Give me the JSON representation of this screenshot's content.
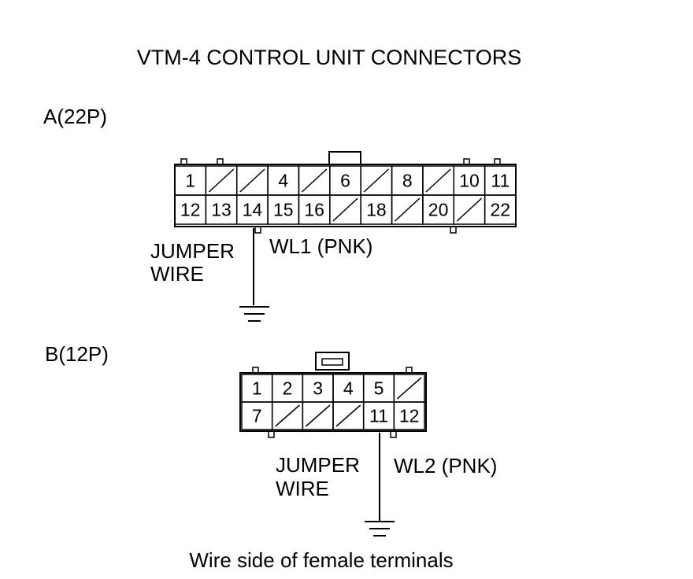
{
  "title": "VTM-4 CONTROL UNIT CONNECTORS",
  "connector_a": {
    "label": "A(22P)",
    "top_row": [
      "1",
      "",
      "",
      "4",
      "",
      "6",
      "",
      "8",
      "",
      "10",
      "11"
    ],
    "bottom_row": [
      "12",
      "13",
      "14",
      "15",
      "16",
      "",
      "18",
      "",
      "20",
      "",
      "22"
    ],
    "jumper_label_1": "JUMPER",
    "jumper_label_2": "WIRE",
    "wire_label": "WL1 (PNK)"
  },
  "connector_b": {
    "label": "B(12P)",
    "top_row": [
      "1",
      "2",
      "3",
      "4",
      "5",
      ""
    ],
    "bottom_row": [
      "7",
      "",
      "",
      "",
      "11",
      "12"
    ],
    "jumper_label_1": "JUMPER",
    "jumper_label_2": "WIRE",
    "wire_label": "WL2 (PNK)"
  },
  "footer": "Wire side of female terminals"
}
